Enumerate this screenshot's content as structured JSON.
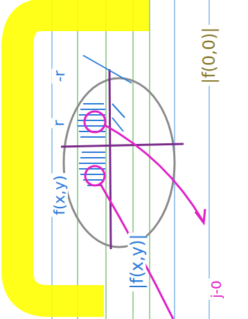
{
  "diagram": {
    "labels": [
      "|f(0,0)|",
      "|f(x,y)|",
      "f(x,y)",
      "r",
      "-r",
      "j-0"
    ]
  }
}
